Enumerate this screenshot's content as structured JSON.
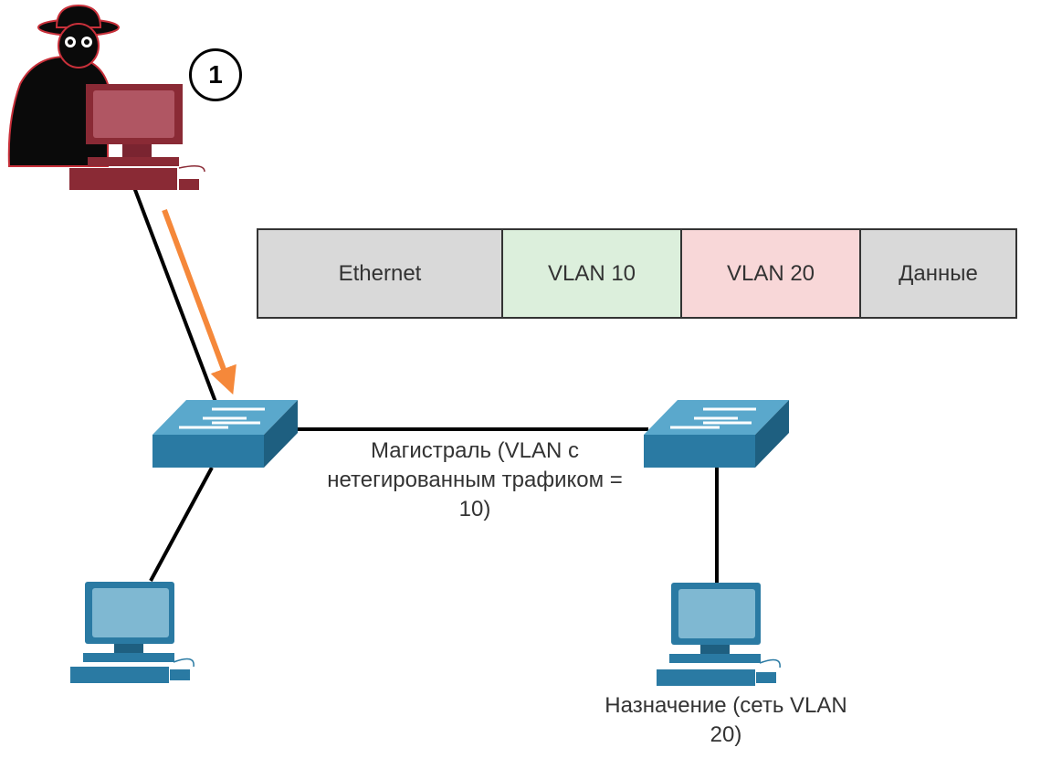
{
  "step_badge": "1",
  "frame": {
    "fields": [
      {
        "label": "Ethernet",
        "color": "#d9d9d9"
      },
      {
        "label": "VLAN 10",
        "color": "#dcefdc"
      },
      {
        "label": "VLAN 20",
        "color": "#f8d7d8"
      },
      {
        "label": "Данные",
        "color": "#d9d9d9"
      }
    ]
  },
  "trunk_label": "Магистраль (VLAN с нетегированным трафиком = 10)",
  "destination_label": "Назначение (сеть VLAN 20)",
  "colors": {
    "switch": "#2a7aa3",
    "pc": "#2a7aa3",
    "attacker_pc": "#8a2a35",
    "arrow": "#f5883a",
    "link": "#000000"
  }
}
